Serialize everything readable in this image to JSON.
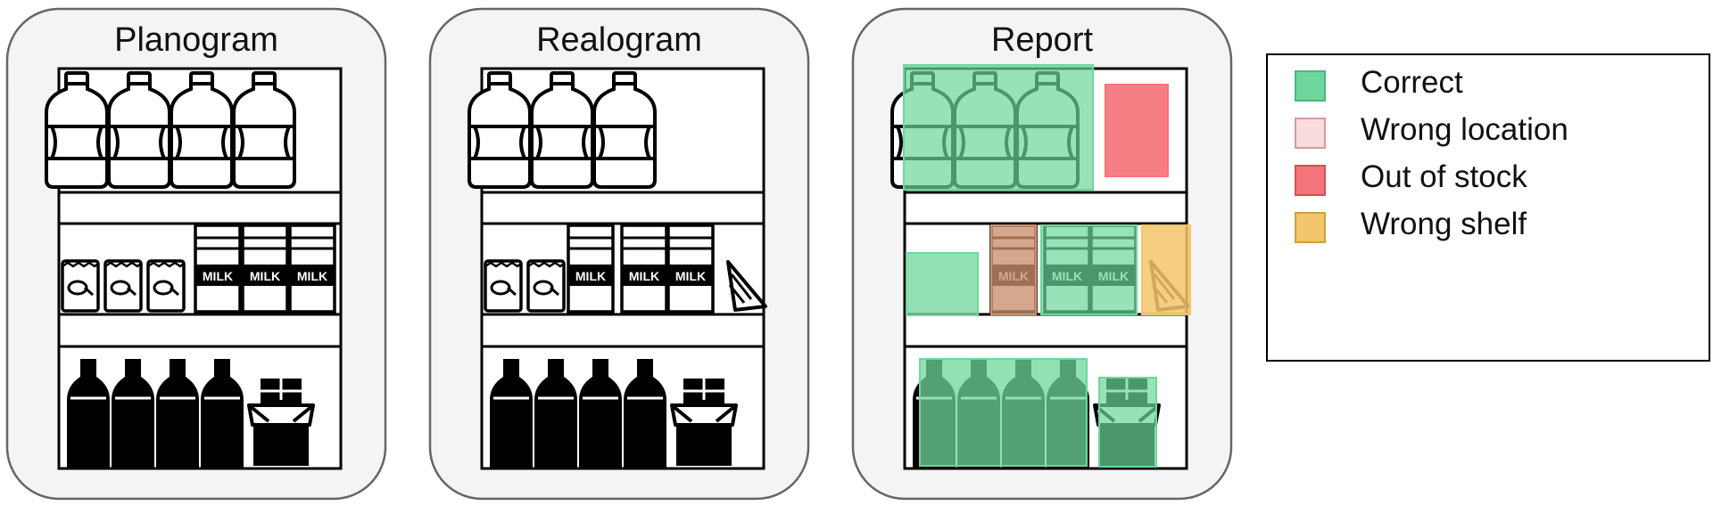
{
  "panels": [
    {
      "title": "Planogram"
    },
    {
      "title": "Realogram"
    },
    {
      "title": "Report"
    }
  ],
  "product_label": "MILK",
  "legend": {
    "items": [
      {
        "label": "Correct",
        "color": "#6ED69B"
      },
      {
        "label": "Wrong location",
        "color": "#F8DCDC"
      },
      {
        "label": "Out of stock",
        "color": "#F4747A"
      },
      {
        "label": "Wrong shelf",
        "color": "#F3C56C"
      }
    ]
  },
  "status_colors": {
    "correct": "#6ED69B",
    "wrong_location": "#C9906E",
    "out_of_stock": "#F4747A",
    "wrong_shelf": "#F3C56C"
  },
  "icons": [
    "water-bottle-icon",
    "snack-bag-icon",
    "milk-carton-icon",
    "cheese-icon",
    "soda-bottle-icon",
    "chocolate-icon"
  ]
}
